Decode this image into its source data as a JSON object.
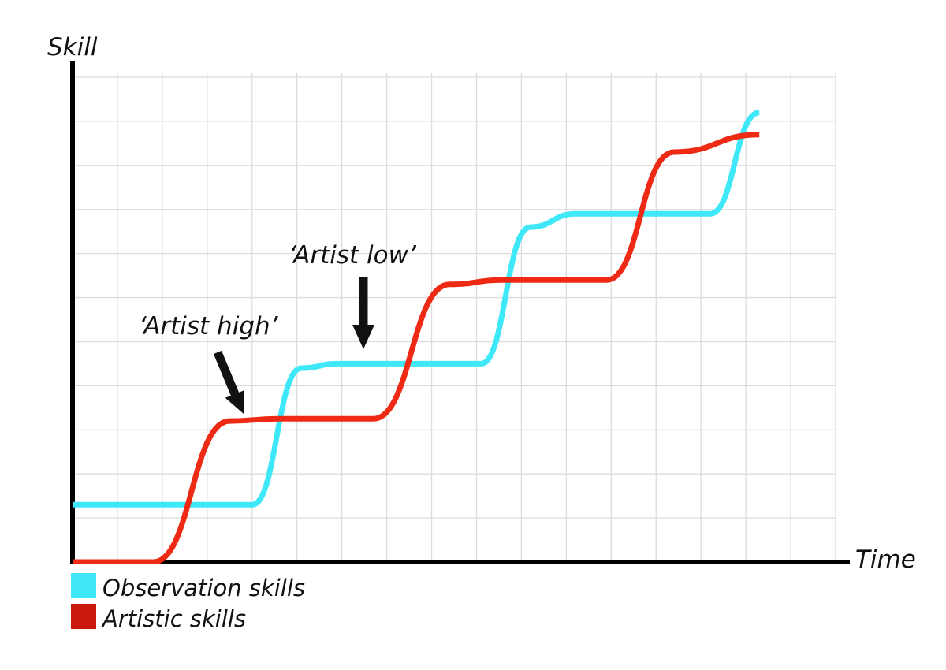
{
  "chart_data": {
    "type": "line",
    "title": "",
    "xlabel": "Time",
    "ylabel": "Skill",
    "grid": true,
    "legend_position": "bottom-left",
    "xlim": [
      0,
      17
    ],
    "ylim": [
      0,
      11
    ],
    "series": [
      {
        "name": "Observation skills",
        "color": "#3ee8f8",
        "points": [
          [
            0,
            1.3
          ],
          [
            4,
            1.3
          ],
          [
            5.1,
            4.4
          ],
          [
            5.9,
            4.5
          ],
          [
            9.1,
            4.5
          ],
          [
            10.2,
            7.6
          ],
          [
            11.2,
            7.9
          ],
          [
            14.2,
            7.9
          ],
          [
            15.3,
            10.2
          ]
        ]
      },
      {
        "name": "Artistic skills",
        "color": "#ee2a14",
        "points": [
          [
            0,
            0
          ],
          [
            1.8,
            0
          ],
          [
            3.5,
            3.2
          ],
          [
            4.6,
            3.25
          ],
          [
            6.7,
            3.25
          ],
          [
            8.4,
            6.3
          ],
          [
            9.6,
            6.4
          ],
          [
            11.9,
            6.4
          ],
          [
            13.4,
            9.3
          ],
          [
            15.3,
            9.7
          ]
        ]
      }
    ],
    "annotations": [
      {
        "text": "‘Artist high’",
        "target": [
          3.9,
          3.4
        ]
      },
      {
        "text": "‘Artist low’",
        "target": [
          6.6,
          4.9
        ]
      }
    ]
  }
}
